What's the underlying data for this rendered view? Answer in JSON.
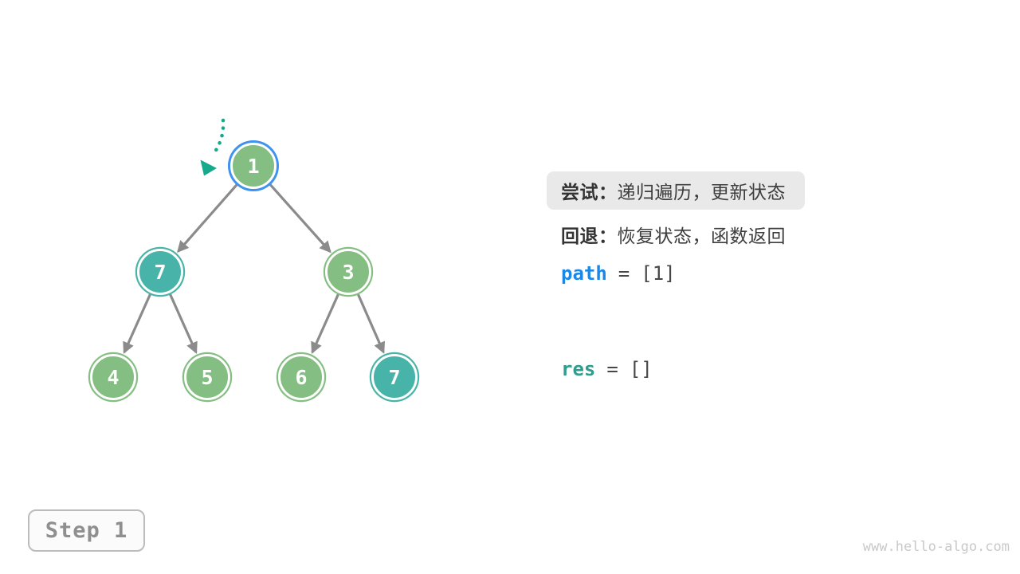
{
  "panel": {
    "try_label": "尝试：",
    "try_text": "递归遍历，更新状态",
    "back_label": "回退：",
    "back_text": "恢复状态，函数返回",
    "path_var": "path",
    "path_eq": "=",
    "path_value": "[1]",
    "res_var": "res",
    "res_eq": "=",
    "res_value": "[]"
  },
  "tree": {
    "nodes": [
      {
        "id": "root",
        "value": "1",
        "fill": "green",
        "ring": "blue-current"
      },
      {
        "id": "left",
        "value": "7",
        "fill": "teal",
        "ring": "teal"
      },
      {
        "id": "right",
        "value": "3",
        "fill": "green",
        "ring": "green"
      },
      {
        "id": "left-left",
        "value": "4",
        "fill": "green",
        "ring": "green"
      },
      {
        "id": "left-right",
        "value": "5",
        "fill": "green",
        "ring": "green"
      },
      {
        "id": "right-left",
        "value": "6",
        "fill": "green",
        "ring": "green"
      },
      {
        "id": "right-right",
        "value": "7",
        "fill": "teal",
        "ring": "teal"
      }
    ],
    "edges": [
      [
        0,
        1
      ],
      [
        0,
        2
      ],
      [
        1,
        3
      ],
      [
        1,
        4
      ],
      [
        2,
        5
      ],
      [
        2,
        6
      ]
    ]
  },
  "step_badge": {
    "label": "Step 1"
  },
  "watermark": "www.hello-algo.com",
  "colors": {
    "node_green": "#85be82",
    "node_teal": "#48b3a8",
    "current_ring_blue": "#3e92f0",
    "edge_gray": "#8b8b8b",
    "pointer_teal": "#16a98c",
    "highlight_bg": "#e9e9e9",
    "text_dark": "#3e3e3e",
    "path_blue": "#1d87e8",
    "res_teal": "#2f9c8e",
    "step_text_gray": "#8f8f8f",
    "watermark_gray": "#c9c9c9"
  }
}
